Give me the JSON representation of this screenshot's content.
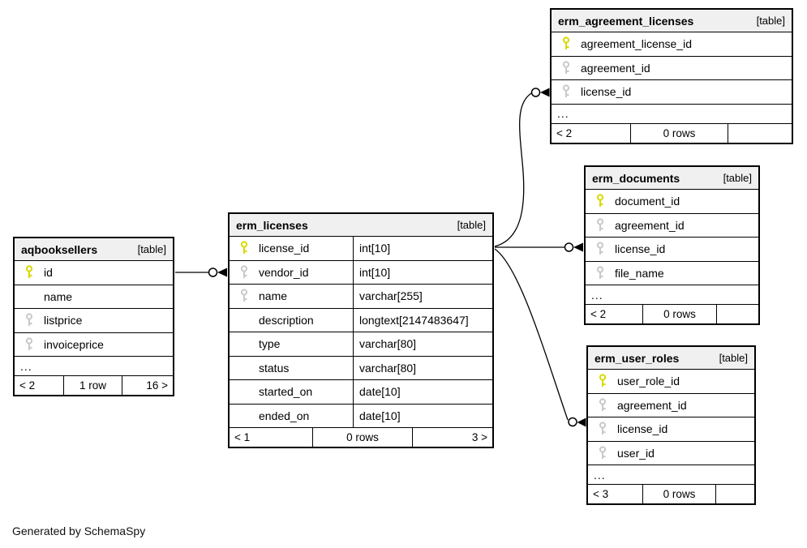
{
  "colors": {
    "primary_key": "#d9d900",
    "foreign_key": "#c9c9c9",
    "header_bg": "#f0f0f0",
    "edge": "#000000"
  },
  "generated_note": "Generated by SchemaSpy",
  "tables": {
    "aqbooksellers": {
      "name": "aqbooksellers",
      "tag": "[table]",
      "columns": [
        {
          "name": "id",
          "key": "primary"
        },
        {
          "name": "name",
          "key": "none"
        },
        {
          "name": "listprice",
          "key": "foreign"
        },
        {
          "name": "invoiceprice",
          "key": "foreign"
        }
      ],
      "ellipsis": "...",
      "footer": {
        "left": "< 2",
        "center": "1 row",
        "right": "16 >"
      }
    },
    "erm_licenses": {
      "name": "erm_licenses",
      "tag": "[table]",
      "columns": [
        {
          "name": "license_id",
          "type": "int[10]",
          "key": "primary"
        },
        {
          "name": "vendor_id",
          "type": "int[10]",
          "key": "foreign"
        },
        {
          "name": "name",
          "type": "varchar[255]",
          "key": "foreign"
        },
        {
          "name": "description",
          "type": "longtext[2147483647]",
          "key": "none"
        },
        {
          "name": "type",
          "type": "varchar[80]",
          "key": "none"
        },
        {
          "name": "status",
          "type": "varchar[80]",
          "key": "none"
        },
        {
          "name": "started_on",
          "type": "date[10]",
          "key": "none"
        },
        {
          "name": "ended_on",
          "type": "date[10]",
          "key": "none"
        }
      ],
      "footer": {
        "left": "< 1",
        "center": "0 rows",
        "right": "3 >"
      }
    },
    "erm_agreement_licenses": {
      "name": "erm_agreement_licenses",
      "tag": "[table]",
      "columns": [
        {
          "name": "agreement_license_id",
          "key": "primary"
        },
        {
          "name": "agreement_id",
          "key": "foreign"
        },
        {
          "name": "license_id",
          "key": "foreign"
        }
      ],
      "ellipsis": "...",
      "footer": {
        "left": "< 2",
        "center": "0 rows",
        "right": ""
      }
    },
    "erm_documents": {
      "name": "erm_documents",
      "tag": "[table]",
      "columns": [
        {
          "name": "document_id",
          "key": "primary"
        },
        {
          "name": "agreement_id",
          "key": "foreign"
        },
        {
          "name": "license_id",
          "key": "foreign"
        },
        {
          "name": "file_name",
          "key": "foreign"
        }
      ],
      "ellipsis": "...",
      "footer": {
        "left": "< 2",
        "center": "0 rows",
        "right": ""
      }
    },
    "erm_user_roles": {
      "name": "erm_user_roles",
      "tag": "[table]",
      "columns": [
        {
          "name": "user_role_id",
          "key": "primary"
        },
        {
          "name": "agreement_id",
          "key": "foreign"
        },
        {
          "name": "license_id",
          "key": "foreign"
        },
        {
          "name": "user_id",
          "key": "foreign"
        }
      ],
      "ellipsis": "...",
      "footer": {
        "left": "< 3",
        "center": "0 rows",
        "right": ""
      }
    }
  }
}
